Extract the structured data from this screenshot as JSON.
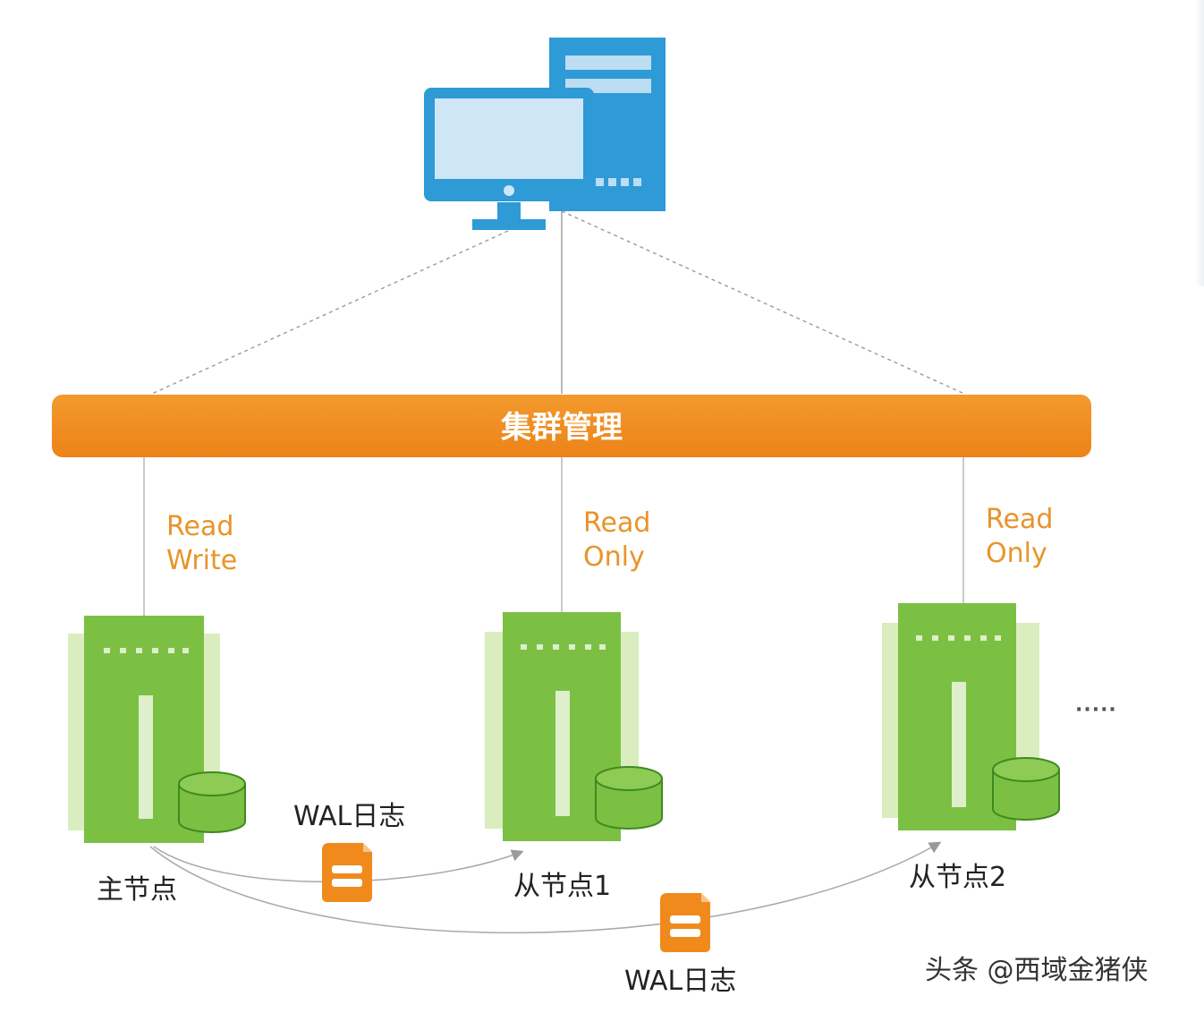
{
  "cluster_bar": {
    "label": "集群管理",
    "color": "#F08A1C"
  },
  "nodes": [
    {
      "id": "master",
      "mode_line1": "Read",
      "mode_line2": "Write",
      "caption": "主节点"
    },
    {
      "id": "slave1",
      "mode_line1": "Read",
      "mode_line2": "Only",
      "caption": "从节点1"
    },
    {
      "id": "slave2",
      "mode_line1": "Read",
      "mode_line2": "Only",
      "caption": "从节点2"
    }
  ],
  "wal": [
    {
      "label": "WAL日志"
    },
    {
      "label": "WAL日志"
    }
  ],
  "more_indicator": "·····",
  "watermark": "头条 @西域金猪侠",
  "colors": {
    "server_blue": "#2E9AD6",
    "node_green": "#7BC043",
    "mode_text": "#E8942B",
    "line_gray": "#B8B8B8"
  }
}
